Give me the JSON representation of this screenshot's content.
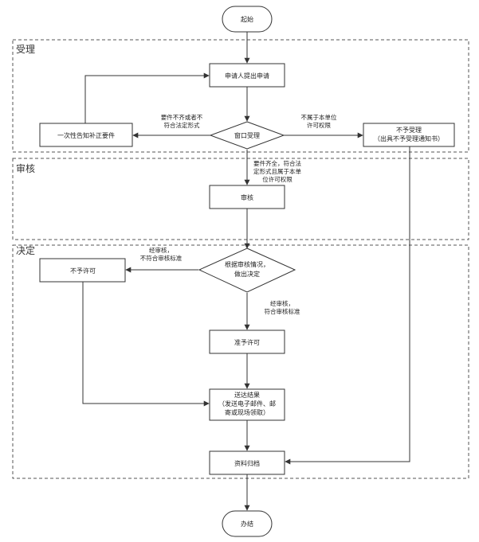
{
  "sections": {
    "acceptance": "受理",
    "review": "审核",
    "decision": "决定"
  },
  "nodes": {
    "start": "起始",
    "apply": "申请人提出申请",
    "window": "窗口受理",
    "notify_once": "一次性告知补正要件",
    "reject_accept_1": "不予受理",
    "reject_accept_2": "（出具不予受理通知书）",
    "review": "审核",
    "decide_1": "根据审核情况，",
    "decide_2": "做出决定",
    "deny": "不予许可",
    "grant": "准予许可",
    "deliver_1": "送达结果",
    "deliver_2": "（发送电子邮件、邮",
    "deliver_3": "寄或现场领取）",
    "archive": "资料归档",
    "end": "办结"
  },
  "edge_labels": {
    "incomplete_1": "要件不齐或者不",
    "incomplete_2": "符合法定形式",
    "not_unit_1": "不属于本单位",
    "not_unit_2": "许可权限",
    "complete_1": "要件齐全，符合法",
    "complete_2": "定形式且属于本单",
    "complete_3": "位许可权限",
    "fail_1": "经审核，",
    "fail_2": "不符合审核标准",
    "pass_1": "经审核，",
    "pass_2": "符合审核标准"
  }
}
